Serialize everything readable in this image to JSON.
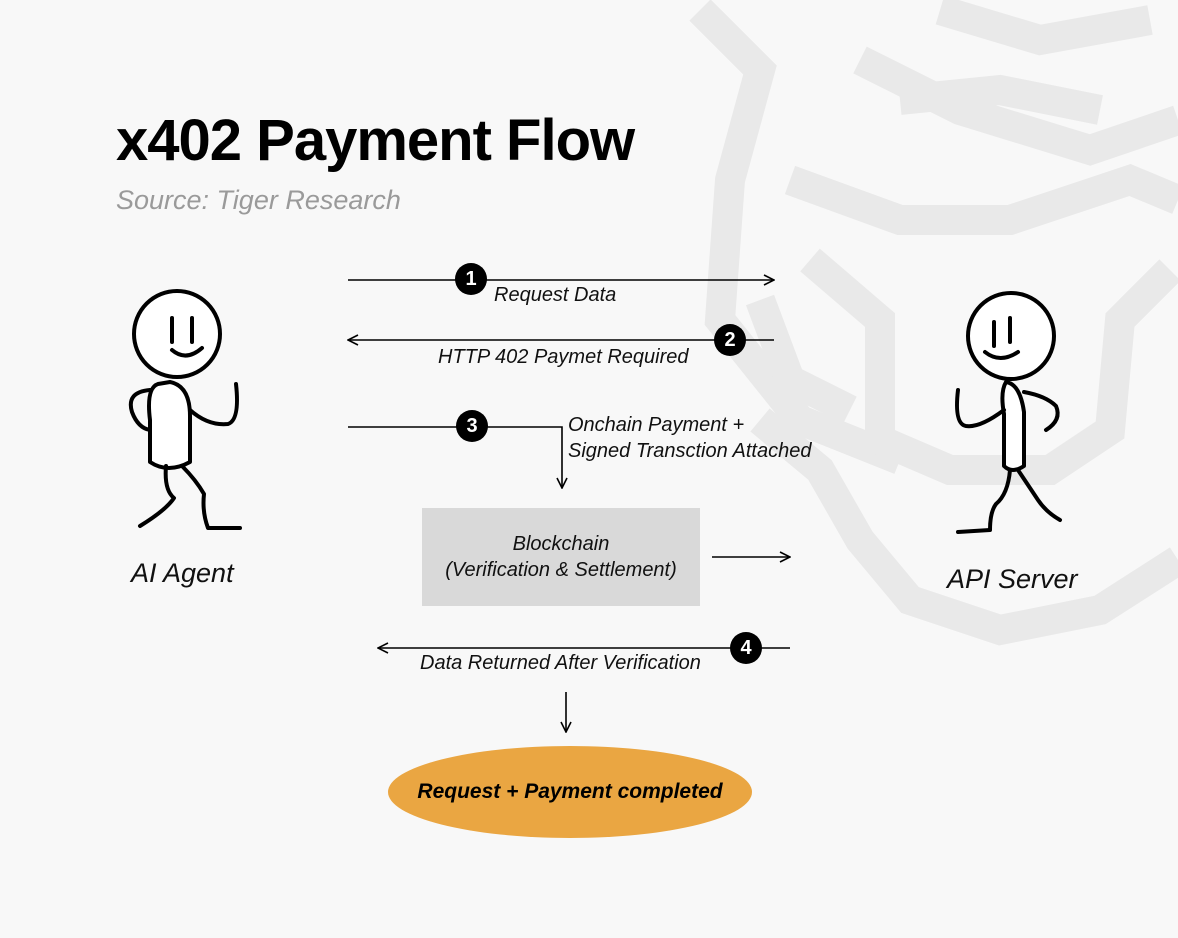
{
  "header": {
    "title": "x402 Payment Flow",
    "source": "Source: Tiger Research"
  },
  "actors": {
    "agent": "AI Agent",
    "server": "API Server"
  },
  "steps": [
    {
      "number": "1",
      "label": "Request Data"
    },
    {
      "number": "2",
      "label": "HTTP 402 Paymet Required"
    },
    {
      "number": "3",
      "label_line1": "Onchain Payment +",
      "label_line2": "Signed Transction Attached"
    },
    {
      "number": "4",
      "label": "Data Returned After Verification"
    }
  ],
  "blockchain": {
    "line1": "Blockchain",
    "line2": "(Verification & Settlement)"
  },
  "result": "Request + Payment completed",
  "colors": {
    "background": "#f8f8f8",
    "result_fill": "#eaa642",
    "box_fill": "#d9d9d9",
    "watermark": "#e9e9e9"
  }
}
